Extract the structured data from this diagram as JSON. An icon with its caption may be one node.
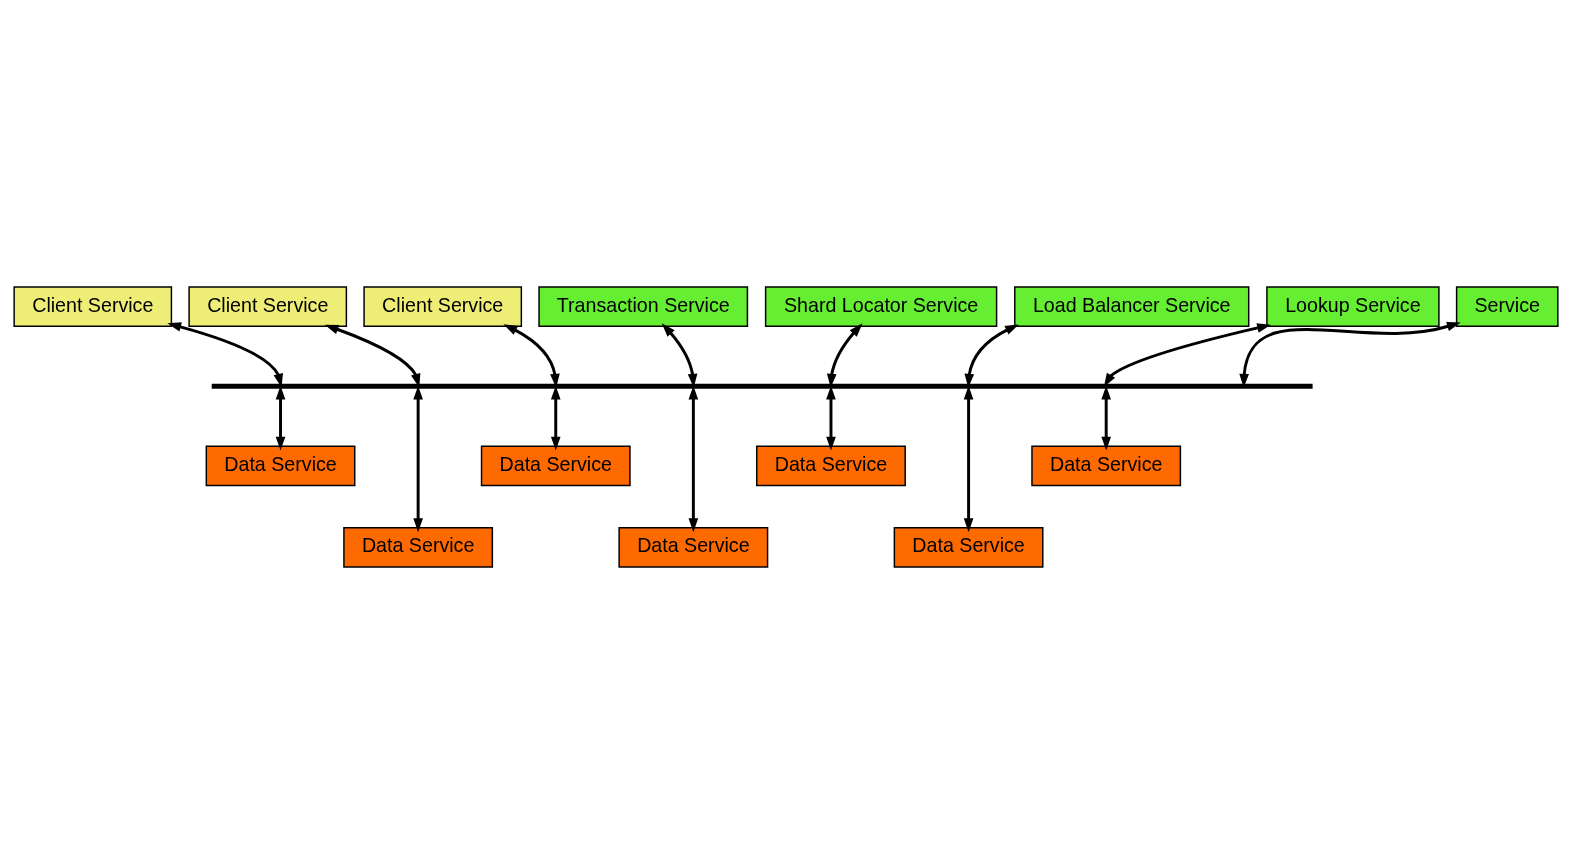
{
  "diagram": {
    "nodes": [
      {
        "text": [
          "Transaction Service"
        ]
      },
      {
        "text": [
          "Shard Locator Service"
        ]
      },
      {
        "text": [
          "Load Balancer Service"
        ]
      },
      {
        "text": [
          "Client Service"
        ]
      },
      {
        "text": [
          "Lookup Service"
        ]
      },
      {
        "text": [
          "Client Service"
        ]
      },
      {
        "text": [
          "Client Service"
        ]
      },
      {
        "text": [
          "Service"
        ]
      },
      {
        "text": [],
        "shape": "bar"
      },
      {
        "text": [
          "Data Service"
        ]
      },
      {
        "text": [
          "Data Service"
        ]
      },
      {
        "text": [
          "Data Service"
        ]
      },
      {
        "text": [
          "Data Service"
        ]
      },
      {
        "text": [
          "Data Service"
        ]
      },
      {
        "text": [
          "Data Service"
        ]
      },
      {
        "text": [
          "Data Service"
        ]
      }
    ],
    "edges": [
      {
        "from": 5,
        "to": 8,
        "arrow": "both"
      },
      {
        "from": 3,
        "to": 8,
        "arrow": "both"
      },
      {
        "from": 6,
        "to": 8,
        "arrow": "both"
      },
      {
        "from": 0,
        "to": 8,
        "arrow": "both"
      },
      {
        "from": 1,
        "to": 8,
        "arrow": "both"
      },
      {
        "from": 2,
        "to": 8,
        "arrow": "both"
      },
      {
        "from": 4,
        "to": 8,
        "arrow": "both"
      },
      {
        "from": 7,
        "to": 8,
        "arrow": "both"
      },
      {
        "from": 8,
        "to": 9,
        "arrow": "both"
      },
      {
        "from": 8,
        "to": 13,
        "arrow": "both"
      },
      {
        "from": 8,
        "to": 10,
        "arrow": "both"
      },
      {
        "from": 8,
        "to": 14,
        "arrow": "both"
      },
      {
        "from": 8,
        "to": 11,
        "arrow": "both"
      },
      {
        "from": 8,
        "to": 15,
        "arrow": "both"
      },
      {
        "from": 8,
        "to": 12,
        "arrow": "both"
      }
    ]
  }
}
